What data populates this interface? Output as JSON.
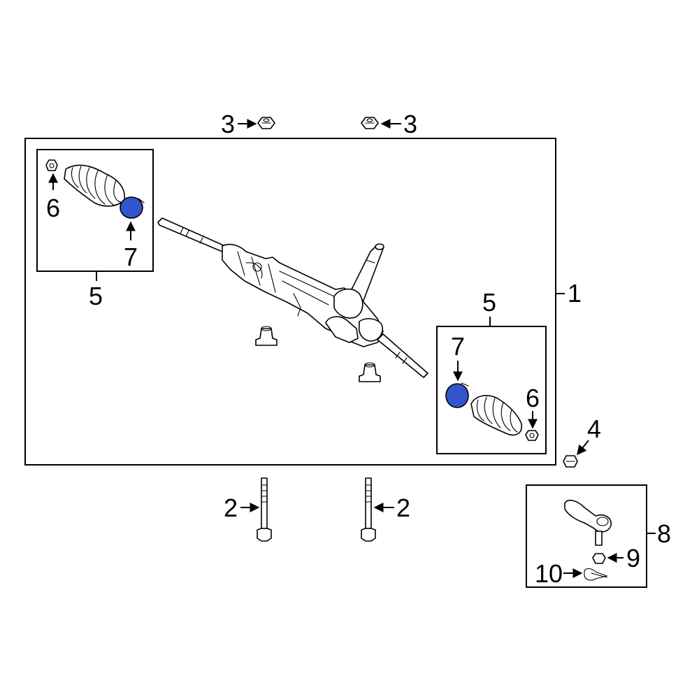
{
  "diagram": {
    "highlight_color": "#3355cc",
    "callouts": {
      "c1": "1",
      "c2_left": "2",
      "c2_right": "2",
      "c3_left": "3",
      "c3_right": "3",
      "c4": "4",
      "c5_left": "5",
      "c5_right": "5",
      "c6_left": "6",
      "c6_right": "6",
      "c7_left": "7",
      "c7_right": "7",
      "c8": "8",
      "c9": "9",
      "c10": "10"
    }
  }
}
